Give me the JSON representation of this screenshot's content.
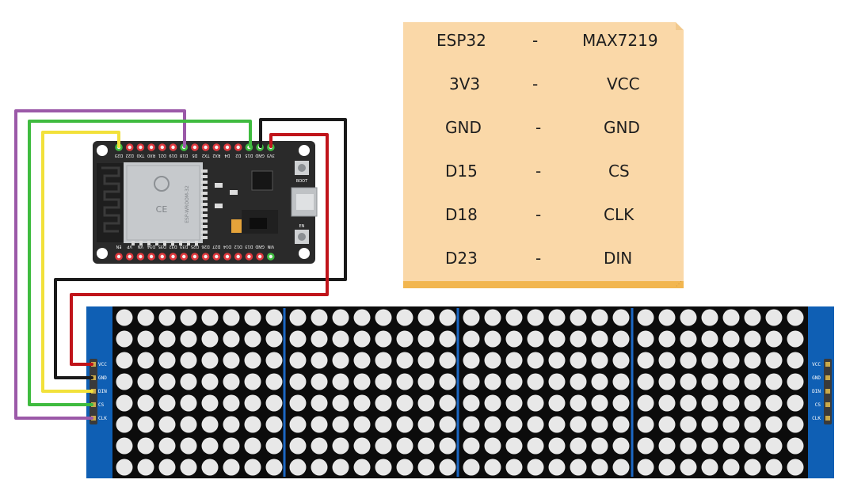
{
  "table": {
    "header": {
      "left": "ESP32",
      "sep": "-",
      "right": "MAX7219"
    },
    "rows": [
      {
        "left": "3V3",
        "sep": "-",
        "right": "VCC"
      },
      {
        "left": "GND",
        "sep": "-",
        "right": "GND"
      },
      {
        "left": "D15",
        "sep": "-",
        "right": "CS"
      },
      {
        "left": "D18",
        "sep": "-",
        "right": "CLK"
      },
      {
        "left": "D23",
        "sep": "-",
        "right": "DIN"
      }
    ]
  },
  "matrix": {
    "modules": 4,
    "rows": 8,
    "cols_per_module": 8,
    "left_pins": [
      "VCC",
      "GND",
      "DIN",
      "CS",
      "CLK"
    ],
    "right_pins": [
      "VCC",
      "GND",
      "DIN",
      "CS",
      "CLK"
    ]
  },
  "esp32": {
    "top_pins": [
      "D23",
      "D22",
      "TX0",
      "RX0",
      "D21",
      "D19",
      "D18",
      "D5",
      "TX2",
      "RX2",
      "D4",
      "D2",
      "D15",
      "GND",
      "3V3"
    ],
    "bottom_pins": [
      "EN",
      "VP",
      "VN",
      "D34",
      "D35",
      "D32",
      "D33",
      "D25",
      "D26",
      "D27",
      "D14",
      "D12",
      "D13",
      "GND",
      "VIN"
    ],
    "module_text": "ESP-WROOM-32",
    "boot_label": "BOOT",
    "en_label": "EN",
    "mark_ce": "CE"
  },
  "wires": [
    {
      "color": "#9b59a8",
      "label": "CLK"
    },
    {
      "color": "#3fbb3f",
      "label": "CS"
    },
    {
      "color": "#f2e13a",
      "label": "DIN"
    },
    {
      "color": "#1a1a1a",
      "label": "GND"
    },
    {
      "color": "#c0141a",
      "label": "VCC"
    }
  ]
}
